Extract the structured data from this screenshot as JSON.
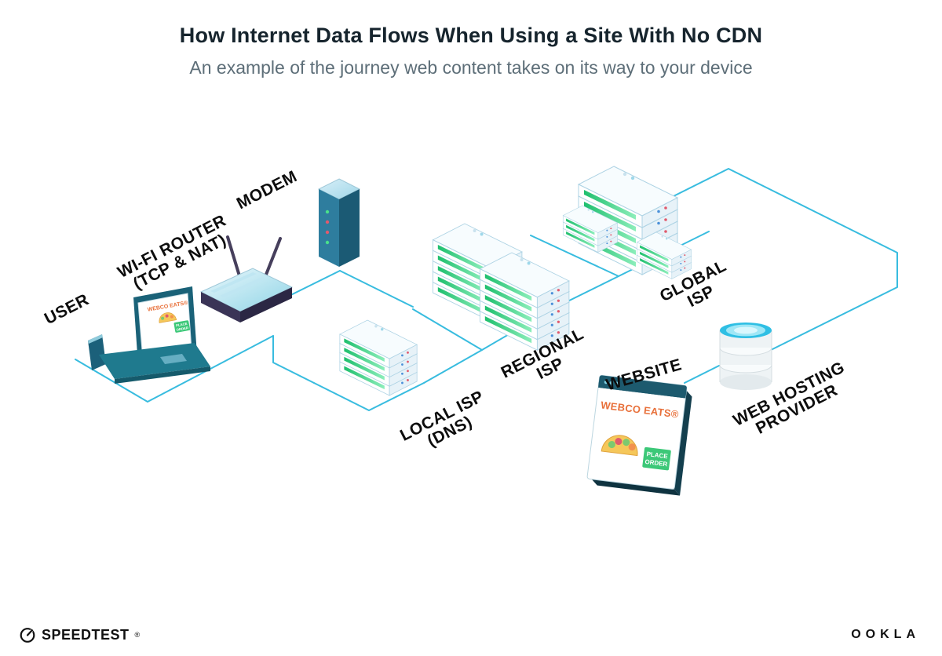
{
  "header": {
    "title": "How Internet Data Flows When Using a Site With No CDN",
    "subtitle": "An example of the journey web content takes on its way to your device"
  },
  "diagram": {
    "nodes": {
      "user": {
        "label": "USER"
      },
      "router": {
        "label_line1": "WI-FI ROUTER",
        "label_line2": "(TCP & NAT)"
      },
      "modem": {
        "label": "MODEM"
      },
      "local_isp": {
        "label_line1": "LOCAL ISP",
        "label_line2": "(DNS)"
      },
      "regional_isp": {
        "label_line1": "REGIONAL",
        "label_line2": "ISP"
      },
      "global_isp": {
        "label_line1": "GLOBAL",
        "label_line2": "ISP"
      },
      "website": {
        "label": "WEBSITE"
      },
      "web_hosting": {
        "label_line1": "WEB HOSTING",
        "label_line2": "PROVIDER"
      }
    },
    "laptop_screen": {
      "brand": "WEBCO EATS®",
      "button_line1": "PLACE",
      "button_line2": "ORDER"
    },
    "website_screen": {
      "brand": "WEBCO EATS®",
      "button_line1": "PLACE",
      "button_line2": "ORDER"
    },
    "colors": {
      "connection_line": "#38bcdf",
      "server_green": "#2ecc71",
      "brand_orange": "#e8703a",
      "device_teal": "#1d6e84",
      "cylinder_cyan": "#2fbfe4",
      "ink": "#111111",
      "subtitle_gray": "#5d6e78"
    }
  },
  "footer": {
    "speedtest_label": "SPEEDTEST",
    "speedtest_mark": "®",
    "ookla_label": "OOKLA"
  }
}
